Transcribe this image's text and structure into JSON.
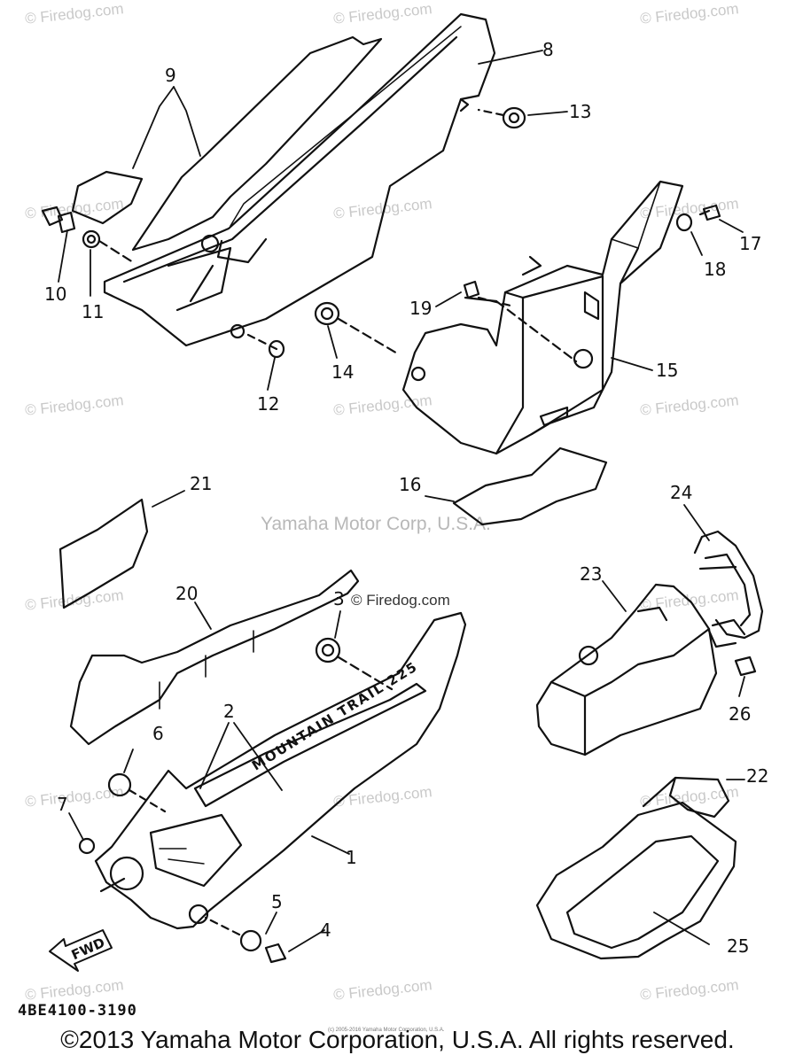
{
  "watermark": "© Firedog.com",
  "center_watermark": "Yamaha Motor Corp, U.S.A.",
  "center_watermark2": "© Firedog.com",
  "part_code": "4BE4100-3190",
  "copyright": "©2013 Yamaha Motor Corporation, U.S.A. All rights reserved.",
  "tiny_notice": "(c) 2005-2016 Yamaha Motor Corporation, U.S.A.",
  "fwd_label": "FWD",
  "side_cover_lettering": "MOUNTAIN TRAIL 225",
  "callouts": [
    {
      "id": "1",
      "label": "1"
    },
    {
      "id": "2",
      "label": "2"
    },
    {
      "id": "3",
      "label": "3"
    },
    {
      "id": "4",
      "label": "4"
    },
    {
      "id": "5",
      "label": "5"
    },
    {
      "id": "6",
      "label": "6"
    },
    {
      "id": "7",
      "label": "7"
    },
    {
      "id": "8",
      "label": "8"
    },
    {
      "id": "9",
      "label": "9"
    },
    {
      "id": "10",
      "label": "10"
    },
    {
      "id": "11",
      "label": "11"
    },
    {
      "id": "12",
      "label": "12"
    },
    {
      "id": "13",
      "label": "13"
    },
    {
      "id": "14",
      "label": "14"
    },
    {
      "id": "15",
      "label": "15"
    },
    {
      "id": "16",
      "label": "16"
    },
    {
      "id": "17",
      "label": "17"
    },
    {
      "id": "18",
      "label": "18"
    },
    {
      "id": "19",
      "label": "19"
    },
    {
      "id": "20",
      "label": "20"
    },
    {
      "id": "21",
      "label": "21"
    },
    {
      "id": "22",
      "label": "22"
    },
    {
      "id": "23",
      "label": "23"
    },
    {
      "id": "24",
      "label": "24"
    },
    {
      "id": "25",
      "label": "25"
    },
    {
      "id": "26",
      "label": "26"
    }
  ]
}
